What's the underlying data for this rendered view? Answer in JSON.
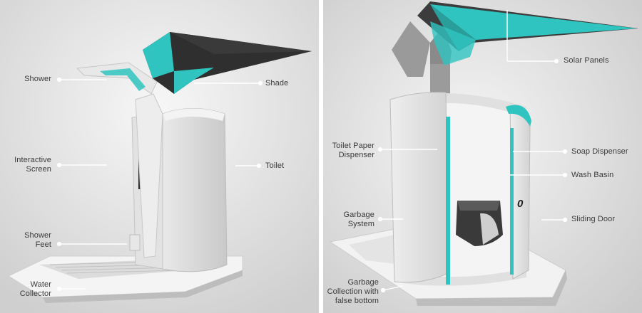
{
  "left_panel": {
    "labels": {
      "shower": "Shower",
      "shade": "Shade",
      "interactive_screen": "Interactive\nScreen",
      "toilet": "Toilet",
      "shower_feet": "Shower\nFeet",
      "water_collector": "Water\nCollector"
    }
  },
  "right_panel": {
    "labels": {
      "solar_panels": "Solar Panels",
      "toilet_paper_dispenser": "Toilet Paper\nDispenser",
      "soap_dispenser": "Soap Dispenser",
      "wash_basin": "Wash Basin",
      "garbage_system": "Garbage\nSystem",
      "sliding_door": "Sliding Door",
      "garbage_collection": "Garbage\nCollection with\nfalse bottom"
    },
    "door_mark": "0"
  },
  "colors": {
    "accent": "#2fc4c0",
    "background_light": "#f2f2f2",
    "background_mid": "#d6d6d6",
    "dark_panel": "#2a2a2a"
  }
}
